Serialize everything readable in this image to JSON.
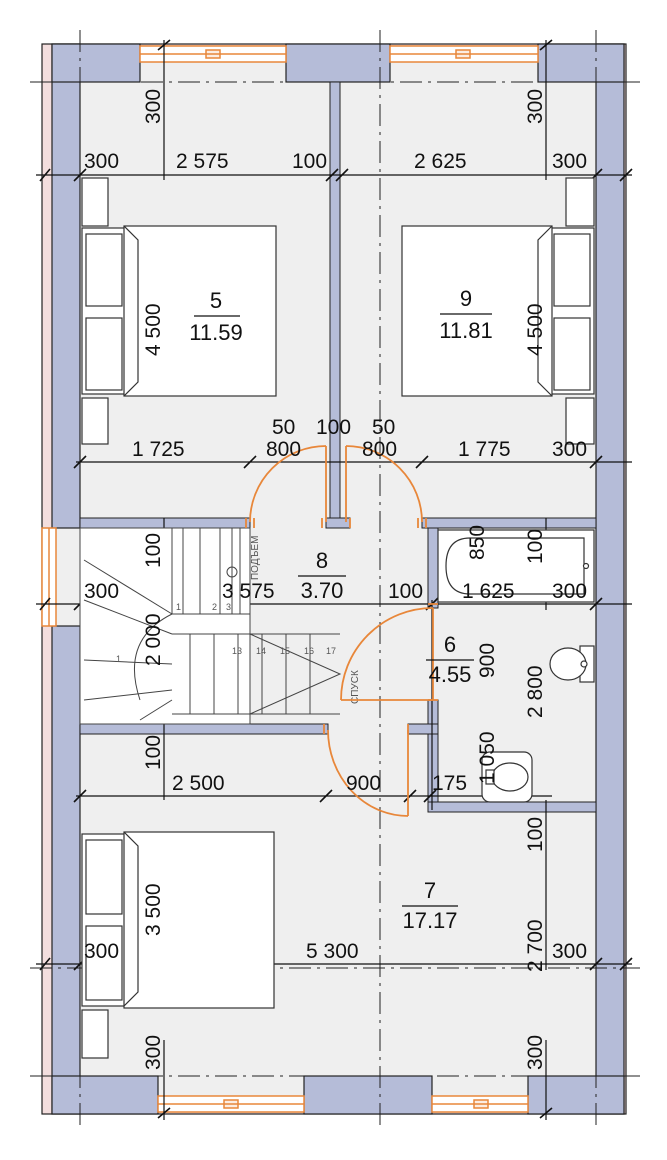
{
  "colors": {
    "wall_fill": "#b5bcd8",
    "wall_outline": "#222222",
    "floor": "#efefef",
    "outer_finish": "#f3dede",
    "door_arc": "#e8873a",
    "window_frame": "#e8873a",
    "axis_line": "#222222"
  },
  "rooms": [
    {
      "number": "5",
      "area": "11.59"
    },
    {
      "number": "9",
      "area": "11.81"
    },
    {
      "number": "8",
      "area": "3.70"
    },
    {
      "number": "6",
      "area": "4.55"
    },
    {
      "number": "7",
      "area": "17.17"
    }
  ],
  "dimensions": {
    "top_left_300": "300",
    "top_right_300": "300",
    "row1_300a": "300",
    "row1_2575": "2 575",
    "row1_100": "100",
    "row1_2625": "2 625",
    "row1_300b": "300",
    "bed5_4500": "4 500",
    "bed9_4500": "4 500",
    "gap_50a": "50",
    "gap_100": "100",
    "gap_50b": "50",
    "row2_1725": "1 725",
    "row2_800a": "800",
    "row2_800b": "800",
    "row2_1775": "1 775",
    "row2_300": "300",
    "bath_850": "850",
    "bath_100": "100",
    "stair_100": "100",
    "row3_300a": "300",
    "row3_3575": "3 575",
    "row3_100": "100",
    "row3_1625": "1 625",
    "row3_300b": "300",
    "stair_2000": "2 000",
    "wc_900": "900",
    "wc_2800": "2 800",
    "wc_1050": "1 050",
    "left_100": "100",
    "row4_2500": "2 500",
    "row4_900": "900",
    "row4_175": "175",
    "right_100": "100",
    "bed7_3500": "3 500",
    "row5_300a": "300",
    "row5_5300": "5 300",
    "row5_2700": "2 700",
    "row5_300b": "300",
    "bottom_left_300": "300",
    "bottom_right_300": "300"
  },
  "stairs": {
    "up_label": "ПОДЪЕМ",
    "down_label": "СПУСК",
    "steps_upper": [
      "1",
      "2",
      "3"
    ],
    "steps_lower": [
      "13",
      "14",
      "15",
      "16",
      "17"
    ],
    "winder_note": "1"
  },
  "icons": {
    "door_swing": "door-arc",
    "window": "window-frame",
    "bed": "double-bed",
    "toilet": "wc-bowl",
    "bathtub": "bathtub"
  }
}
